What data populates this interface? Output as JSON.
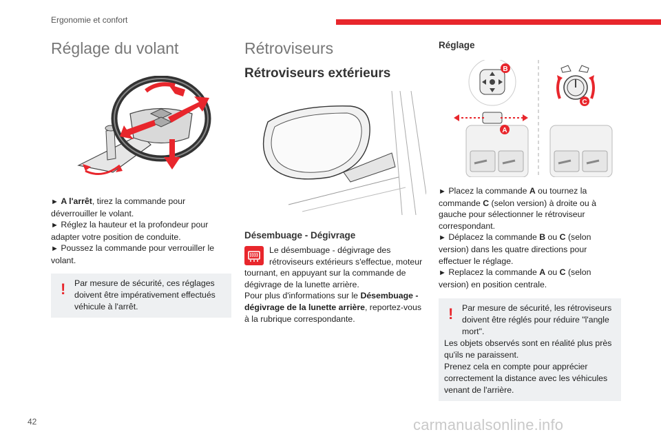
{
  "header": {
    "section": "Ergonomie et confort",
    "accent_color": "#e8262c"
  },
  "col1": {
    "title": "Réglage du volant",
    "bullet_marker": "►",
    "steps": [
      {
        "bold": "A l'arrêt",
        "text": ", tirez la commande pour déverrouiller le volant."
      },
      {
        "text": "Réglez la hauteur et la profondeur pour adapter votre position de conduite."
      },
      {
        "text": "Poussez la commande pour verrouiller le volant."
      }
    ],
    "warning": "Par mesure de sécurité, ces réglages doivent être impérativement effectués véhicule à l'arrêt.",
    "warning_icon": "!"
  },
  "col2": {
    "title": "Rétroviseurs",
    "subtitle": "Rétroviseurs extérieurs",
    "demist_heading": "Désembuage - Dégivrage",
    "demist_icon": "rear-defrost-icon",
    "demist_text_1": "Le désembuage - dégivrage des rétroviseurs extérieurs s'effectue, moteur tournant, en appuyant sur la commande de dégivrage de la lunette arrière.",
    "demist_text_2_pre": "Pour plus d'informations sur le ",
    "demist_text_2_bold": "Désembuage - dégivrage de la lunette arrière",
    "demist_text_2_post": ", reportez-vous à la rubrique correspondante."
  },
  "col3": {
    "heading": "Réglage",
    "diagram_labels": {
      "a": "A",
      "b": "B",
      "c": "C"
    },
    "steps": [
      {
        "parts": [
          [
            "Placez la commande ",
            false
          ],
          [
            "A",
            true
          ],
          [
            " ou tournez la commande ",
            false
          ],
          [
            "C",
            true
          ],
          [
            " (selon version) à droite ou à gauche pour sélectionner le rétroviseur correspondant.",
            false
          ]
        ]
      },
      {
        "parts": [
          [
            "Déplacez la commande ",
            false
          ],
          [
            "B",
            true
          ],
          [
            " ou ",
            false
          ],
          [
            "C",
            true
          ],
          [
            " (selon version) dans les quatre directions pour effectuer le réglage.",
            false
          ]
        ]
      },
      {
        "parts": [
          [
            "Replacez la commande ",
            false
          ],
          [
            "A",
            true
          ],
          [
            " ou ",
            false
          ],
          [
            "C",
            true
          ],
          [
            " (selon version) en position centrale.",
            false
          ]
        ]
      }
    ],
    "warning_lines": [
      "Par mesure de sécurité, les rétroviseurs doivent être réglés pour réduire \"l'angle mort\".",
      "Les objets observés sont en réalité plus près qu'ils ne paraissent.",
      "Prenez cela en compte pour apprécier correctement la distance avec les véhicules venant de l'arrière."
    ],
    "warning_icon": "!"
  },
  "footer": {
    "page_number": "42",
    "watermark": "carmanualsonline.info"
  }
}
